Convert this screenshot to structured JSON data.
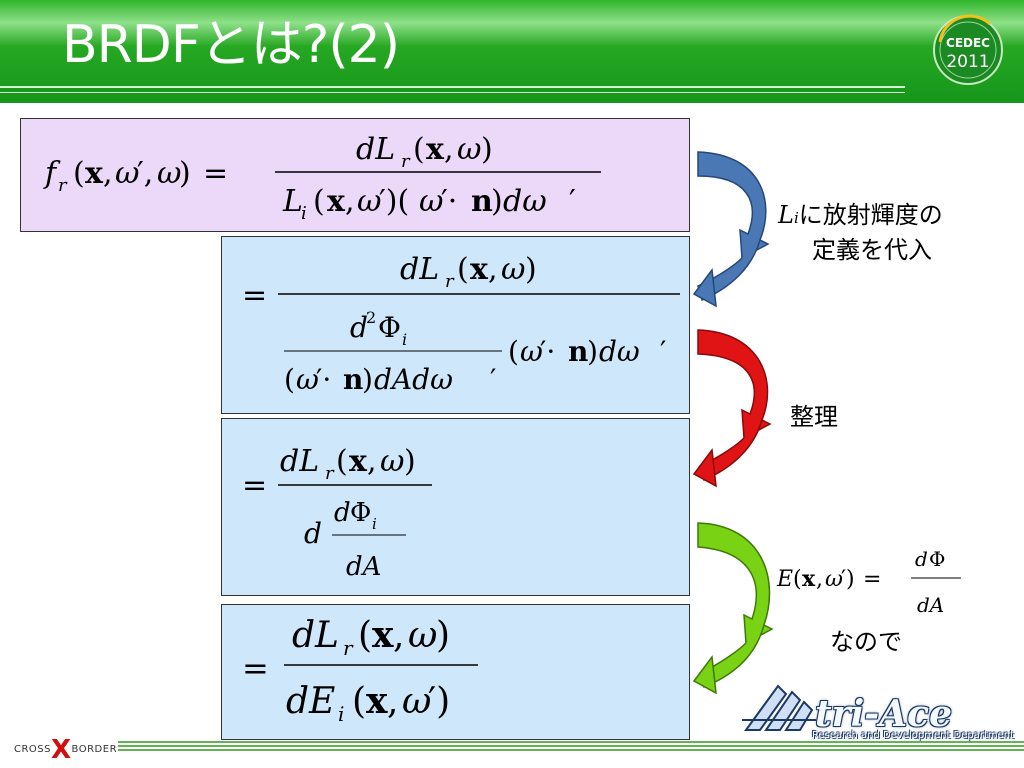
{
  "slide": {
    "title": "BRDFとは?(2)"
  },
  "equations": {
    "eq1": "f_r(x, ω′, ω) = dL_r(x, ω) / (L_i(x, ω′)(ω′·n)dω′)",
    "eq2": "= dL_r(x, ω) / ((d²Φ_i / ((ω′·n)dAdω′))(ω′·n)dω′)",
    "eq3": "= dL_r(x, ω) / (d (dΦ_i / dA))",
    "eq4": "= dL_r(x, ω) / dE_i(x, ω′)",
    "side_eq": "E(x, ω′) = dΦ / dA"
  },
  "annotations": {
    "step1_symbol": "L",
    "step1_subscript": "i",
    "step1_line1": "に放射輝度の",
    "step1_line2": "定義を代入",
    "step2": "整理",
    "step3": "なので"
  },
  "colors": {
    "header_green": "#15961a",
    "arrow_blue": "#4a78b4",
    "arrow_red": "#e01414",
    "arrow_green": "#7ad214",
    "box_purple": "#ecd8f8",
    "box_blue": "#cfe7fb"
  },
  "logos": {
    "cedec_line1": "CEDEC",
    "cedec_line2": "2011",
    "cross_left": "CROSS",
    "cross_x": "X",
    "cross_right": "BORDER",
    "tri_ace": "tri-Ace",
    "tri_ace_sub": "Research and Development Department"
  }
}
